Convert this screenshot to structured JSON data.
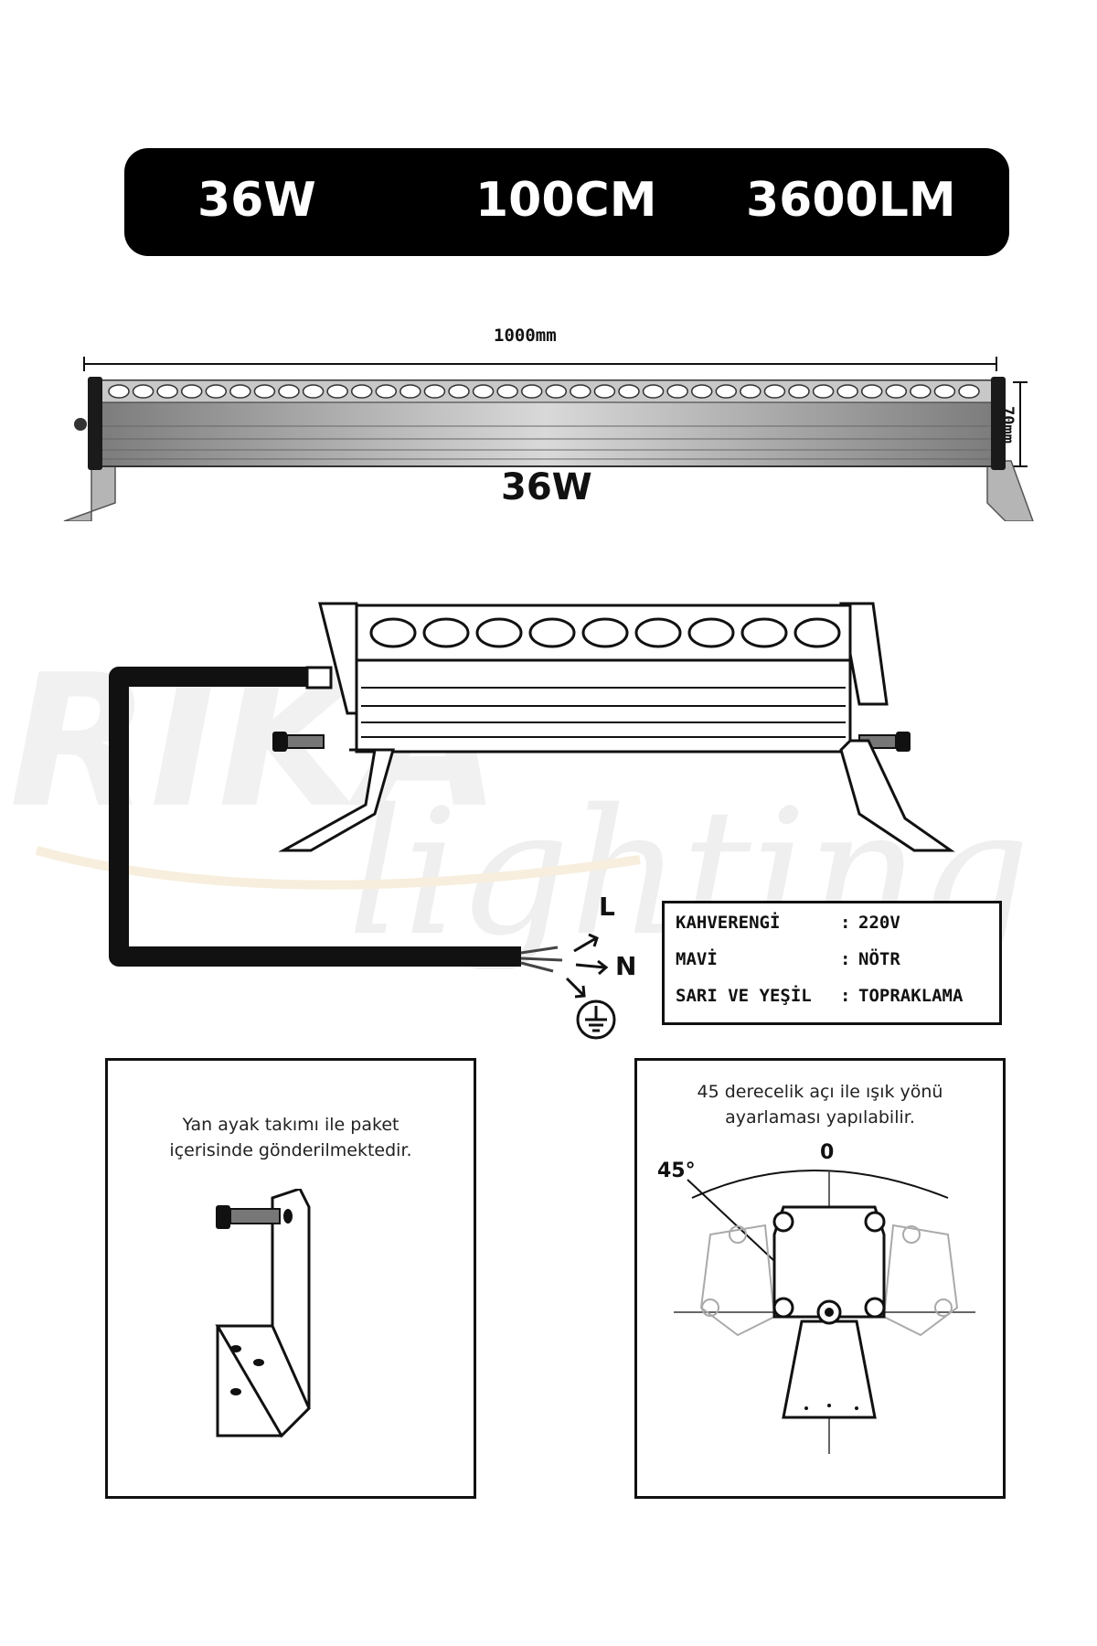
{
  "header": {
    "wattage": "36W",
    "length": "100CM",
    "lumens": "3600LM"
  },
  "product_drawing": {
    "width_label": "1000mm",
    "height_label": "70mm",
    "power_label": "36W",
    "led_count_front": 36
  },
  "wiring": {
    "terminals": [
      "L",
      "N"
    ],
    "earth_symbol": "ground-icon",
    "legend": [
      {
        "color": "KAHVERENGİ",
        "sep": ":",
        "function": "220V"
      },
      {
        "color": "MAVİ",
        "sep": ":",
        "function": "NÖTR"
      },
      {
        "color": "SARI VE YEŞİL",
        "sep": ":",
        "function": "TOPRAKLAMA"
      }
    ]
  },
  "bracket_panel": {
    "line1": "Yan ayak takımı ile paket",
    "line2": "içerisinde gönderilmektedir."
  },
  "angle_panel": {
    "line1": "45 derecelik açı ile ışık yönü",
    "line2": "ayarlaması yapılabilir.",
    "angle_zero": "0",
    "angle_45": "45°"
  },
  "watermark": {
    "logo_text": "RIKA",
    "script_text": "lighting"
  },
  "colors": {
    "spec_bar": "#000000",
    "housing": "#9a9a9a"
  }
}
